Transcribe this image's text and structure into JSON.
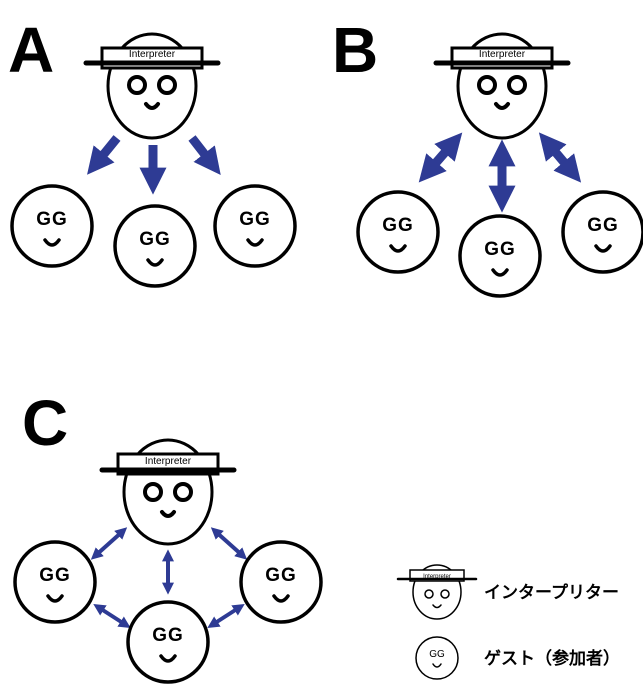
{
  "panels": [
    {
      "letter": "A",
      "interpreter_label": "Interpreter",
      "mode": "one-way"
    },
    {
      "letter": "B",
      "interpreter_label": "Interpreter",
      "mode": "two-way"
    },
    {
      "letter": "C",
      "interpreter_label": "Interpreter",
      "mode": "two-way-network"
    }
  ],
  "guest_face_text": "GG",
  "legend": {
    "interpreter_hat_label": "Interpreter",
    "interpreter_label": "インタープリター",
    "guest_face_text": "GG",
    "guest_label": "ゲスト（参加者）"
  },
  "colors": {
    "arrow": "#2e3b94",
    "outline": "#000000"
  }
}
